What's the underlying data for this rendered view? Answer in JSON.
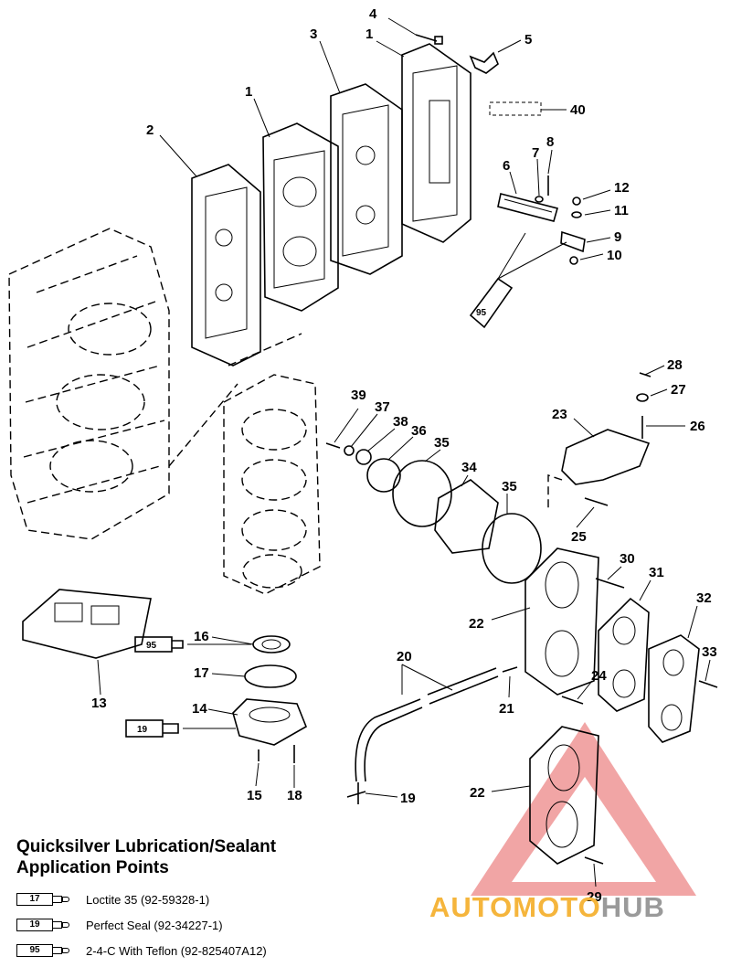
{
  "callouts": [
    {
      "id": "c4",
      "label": "4"
    },
    {
      "id": "c5",
      "label": "5"
    },
    {
      "id": "c3",
      "label": "3"
    },
    {
      "id": "c1a",
      "label": "1"
    },
    {
      "id": "c1b",
      "label": "1"
    },
    {
      "id": "c2",
      "label": "2"
    },
    {
      "id": "c40",
      "label": "40"
    },
    {
      "id": "c8",
      "label": "8"
    },
    {
      "id": "c7",
      "label": "7"
    },
    {
      "id": "c6",
      "label": "6"
    },
    {
      "id": "c12",
      "label": "12"
    },
    {
      "id": "c11",
      "label": "11"
    },
    {
      "id": "c9",
      "label": "9"
    },
    {
      "id": "c10",
      "label": "10"
    },
    {
      "id": "c28",
      "label": "28"
    },
    {
      "id": "c27",
      "label": "27"
    },
    {
      "id": "c23",
      "label": "23"
    },
    {
      "id": "c26",
      "label": "26"
    },
    {
      "id": "c39",
      "label": "39"
    },
    {
      "id": "c37",
      "label": "37"
    },
    {
      "id": "c38",
      "label": "38"
    },
    {
      "id": "c36",
      "label": "36"
    },
    {
      "id": "c35a",
      "label": "35"
    },
    {
      "id": "c34",
      "label": "34"
    },
    {
      "id": "c35b",
      "label": "35"
    },
    {
      "id": "c25",
      "label": "25"
    },
    {
      "id": "c30",
      "label": "30"
    },
    {
      "id": "c31",
      "label": "31"
    },
    {
      "id": "c32",
      "label": "32"
    },
    {
      "id": "c22a",
      "label": "22"
    },
    {
      "id": "c33",
      "label": "33"
    },
    {
      "id": "c24",
      "label": "24"
    },
    {
      "id": "c20",
      "label": "20"
    },
    {
      "id": "c21",
      "label": "21"
    },
    {
      "id": "c16",
      "label": "16"
    },
    {
      "id": "c17",
      "label": "17"
    },
    {
      "id": "c13",
      "label": "13"
    },
    {
      "id": "c14",
      "label": "14"
    },
    {
      "id": "c15",
      "label": "15"
    },
    {
      "id": "c18",
      "label": "18"
    },
    {
      "id": "c19",
      "label": "19"
    },
    {
      "id": "c22b",
      "label": "22"
    },
    {
      "id": "c29",
      "label": "29"
    }
  ],
  "tube_labels": {
    "t95a": "95",
    "t95b": "95",
    "t19": "19"
  },
  "legend": {
    "title_line1": "Quicksilver Lubrication/Sealant",
    "title_line2": "Application Points",
    "items": [
      {
        "code": "17",
        "text": "Loctite 35 (92-59328-1)"
      },
      {
        "code": "19",
        "text": "Perfect Seal (92-34227-1)"
      },
      {
        "code": "95",
        "text": "2-4-C  With Teflon (92-825407A12)"
      }
    ]
  },
  "watermark": {
    "part1": "AUTOMOTO",
    "part2": "HUB",
    "color1": "#f5b53c",
    "color2": "#9a9a9a",
    "triangle_color": "#e23a3a"
  }
}
